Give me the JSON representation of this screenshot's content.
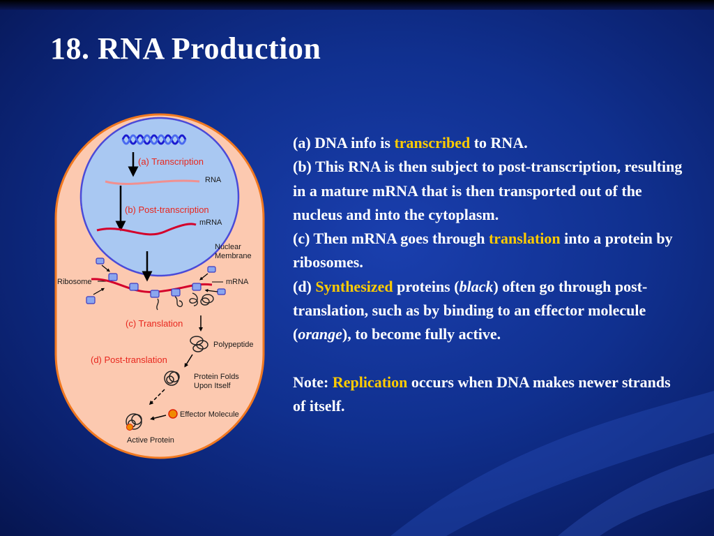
{
  "title": "18. RNA Production",
  "diagram": {
    "transcription": "(a) Transcription",
    "rna": "RNA",
    "post_transcription": "(b) Post-transcription",
    "mrna": "mRNA",
    "nuclear": "Nuclear",
    "membrane": "Membrane",
    "ribosome": "Ribosome",
    "mrna2": "mRNA",
    "translation": "(c) Translation",
    "polypeptide": "Polypeptide",
    "post_translation": "(d) Post-translation",
    "protein_folds": "Protein Folds",
    "upon_itself": "Upon Itself",
    "effector": "Effector Molecule",
    "active": "Active Protein"
  },
  "notes": {
    "a_pre": "(a) DNA info is ",
    "a_hl": "transcribed",
    "a_post": " to RNA.",
    "b": "(b) This RNA is then subject to post-transcription, resulting in a mature mRNA that is then transported out of the nucleus and into the cytoplasm.",
    "c_pre": "(c) Then mRNA goes through ",
    "c_hl": "translation",
    "c_post": " into a protein by ribosomes.",
    "d_pre": "(d) ",
    "d_hl": "Synthesized",
    "d_mid1": " proteins (",
    "d_it1": "black",
    "d_mid2": ") often go through post-translation, such as by binding to an effector molecule (",
    "d_it2": "orange",
    "d_post": "), to become fully active.",
    "note_pre": "Note: ",
    "note_hl": "Replication",
    "note_post": " occurs when DNA makes newer strands of itself."
  },
  "colors": {
    "highlight": "#ffcc00",
    "text": "#ffffff",
    "cell_fill": "#fcc9b0",
    "cell_border": "#f07820",
    "nucleus_fill": "#a9c8f2",
    "nucleus_border": "#4a4ad8",
    "mrna": "#d4002a",
    "rna": "#f09090"
  }
}
